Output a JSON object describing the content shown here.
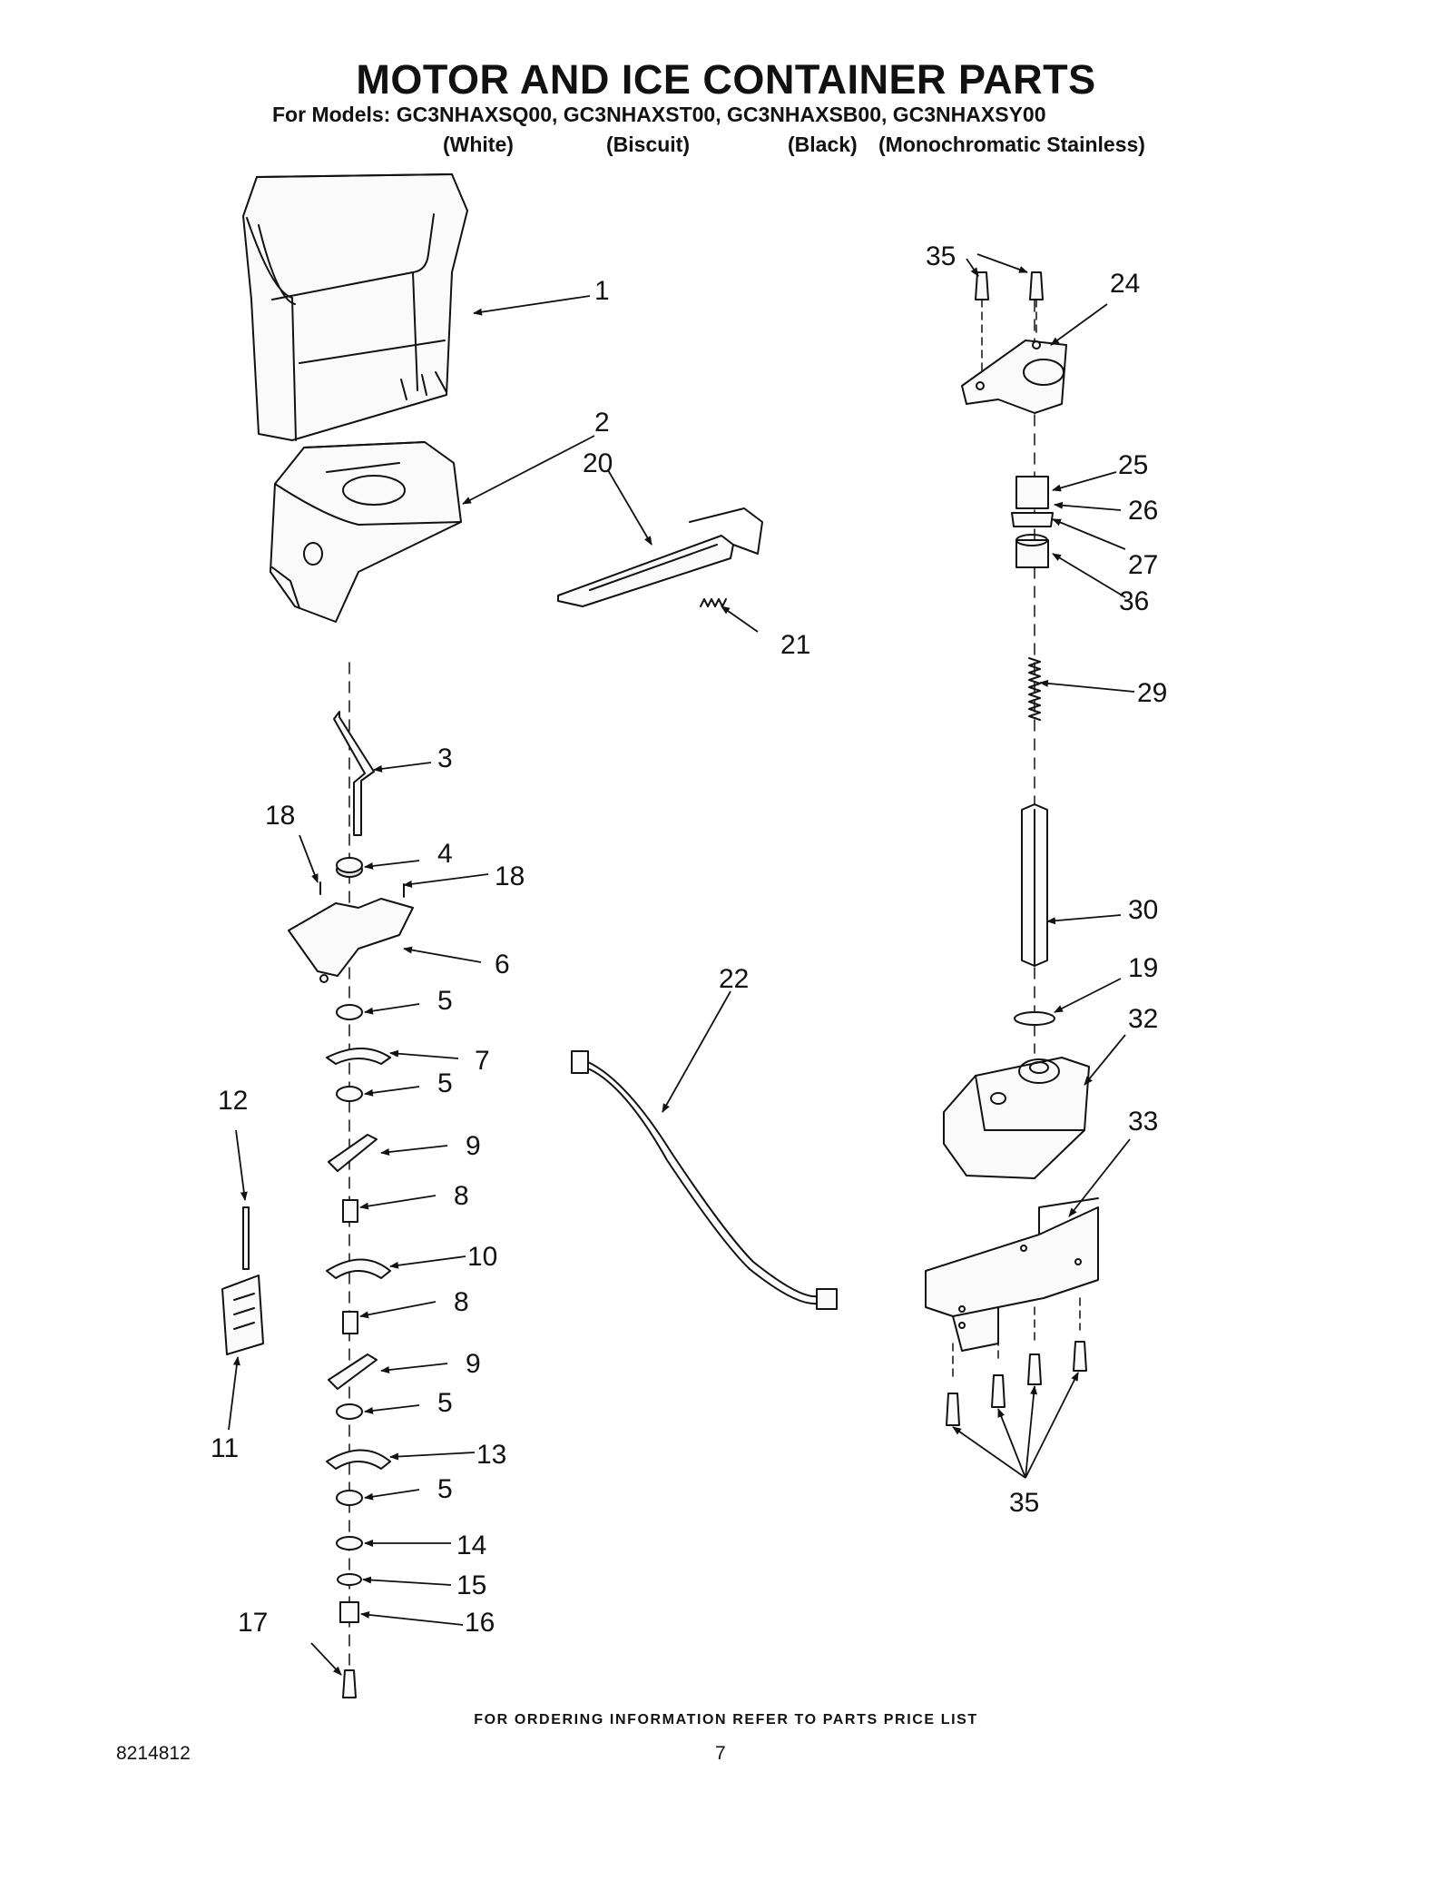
{
  "title": "MOTOR AND ICE CONTAINER PARTS",
  "models_line": "For Models: GC3NHAXSQ00, GC3NHAXST00, GC3NHAXSB00, GC3NHAXSY00",
  "model_colors": [
    "(White)",
    "(Biscuit)",
    "(Black)",
    "(Monochromatic Stainless)"
  ],
  "callouts": [
    "1",
    "2",
    "20",
    "21",
    "3",
    "18",
    "4",
    "18",
    "6",
    "5",
    "7",
    "12",
    "5",
    "9",
    "8",
    "10",
    "11",
    "8",
    "9",
    "5",
    "13",
    "5",
    "14",
    "15",
    "17",
    "16",
    "22",
    "35",
    "24",
    "25",
    "26",
    "27",
    "36",
    "29",
    "30",
    "19",
    "32",
    "33",
    "35"
  ],
  "footer_note": "FOR ORDERING INFORMATION REFER TO PARTS PRICE LIST",
  "document_number": "8214812",
  "page_number": "7"
}
